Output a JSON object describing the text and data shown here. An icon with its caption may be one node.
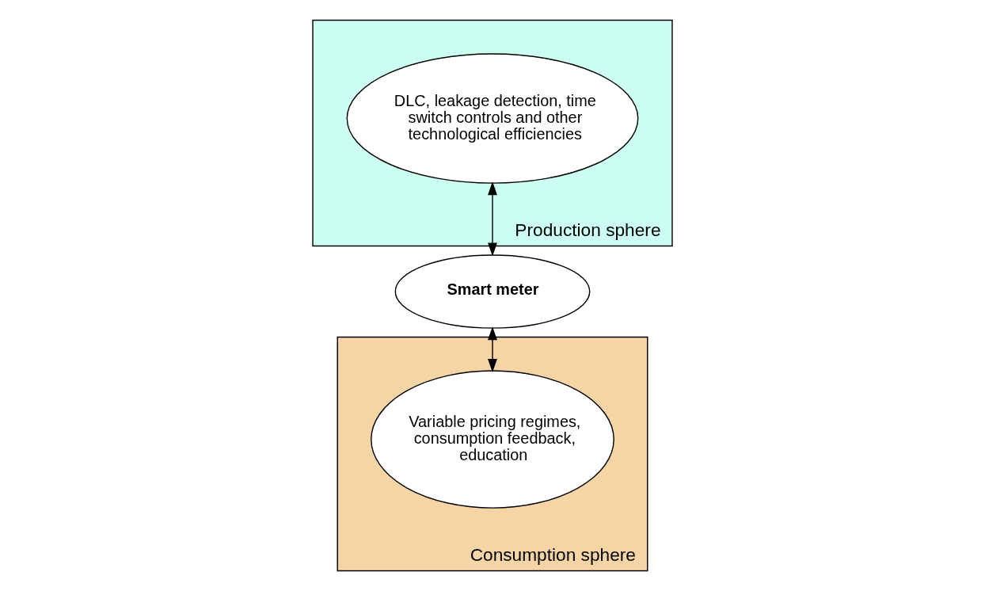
{
  "diagram": {
    "nodes": [
      {
        "text": [
          "Production sphere"
        ]
      },
      {
        "text": [
          "DLC, leakage detection, time switch controls and other technological efficiencies"
        ],
        "in": 0
      },
      {
        "text": [
          "Smart meter"
        ]
      },
      {
        "text": [
          "Consumption sphere"
        ]
      },
      {
        "text": [
          "Variable pricing regimes, consumption feedback, education"
        ],
        "in": 3
      }
    ],
    "edges": [
      {
        "from": 1,
        "to": 2,
        "arrow": "both"
      },
      {
        "from": 2,
        "to": 4,
        "arrow": "both"
      }
    ]
  }
}
